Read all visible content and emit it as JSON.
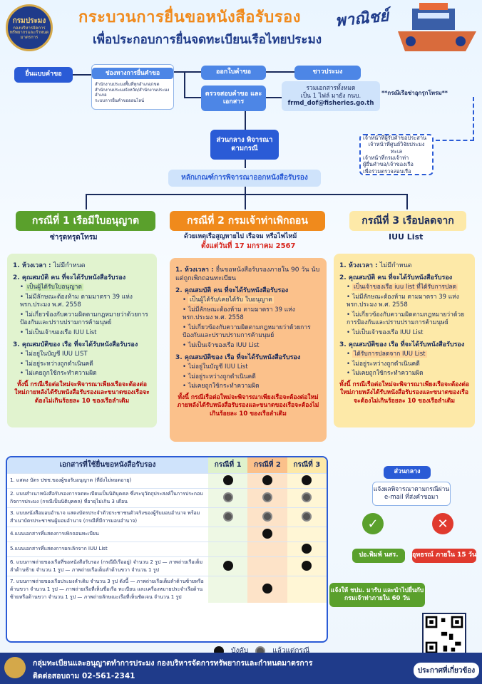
{
  "header": {
    "logo_text": "กรมประมง",
    "logo_dept": "กองบริหารจัดการทรัพยากรและกำหนดมาตรการ",
    "title_line1": "กระบวนการยื่นขอหนังสือรับรอง",
    "title_brand": "พาณิชย์",
    "title_line2": "เพื่อประกอบการยื่นจดทะเบียนเรือไทยประมง"
  },
  "flow": {
    "submit": "ยื่นแบบคำขอ",
    "channels": {
      "title": "ช่องทางการยื่นคำขอ",
      "items": [
        "สำนักงานประมงพื้นที่ทุกอำเภอ/เขต",
        "สำนักงานประมงจังหวัด/สำนักงานประมงอำเภอ",
        "ระบบการยื่นคำขอออนไลน์"
      ]
    },
    "issue": "ออกใบคำขอ",
    "staff": "ชาวประมง",
    "review": "ตรวจสอบคำขอ และเอกสาร",
    "email_box": {
      "line1": "รวมเอกสารทั้งหมด",
      "line2": "เป็น 1 ไฟล์ มายัง กนบ.",
      "email": "frmd_dof@fisheries.go.th"
    },
    "note": "**กรณีเรือซ่าอุกรุกโทรม**",
    "center": "ส่วนกลาง พิจารณาตามกรณี",
    "officer": {
      "title": "เจ้าหน้าที่ผู้รับคำขอประสาน",
      "items": [
        "เจ้าหน้าที่ศูนย์วิจัยประมงทะเล",
        "เจ้าหน้าที่กรมเจ้าท่า",
        "ผู้ยื่นคำขอ/เจ้าของเรือ"
      ],
      "footer": "เพื่อร่วมตรวจสอบเรือ"
    },
    "criteria": "หลักเกณฑ์การพิจารณาออกหนังสือรับรอง"
  },
  "cases": [
    {
      "title": "กรณีที่ 1 เรือมีใบอนุญาต",
      "subtitle": "ซ่ารุดทรุดโทรม",
      "s1": "1. ห้วงเวลา :",
      "s1v": "ไม่มีกำหนด",
      "s2": "2. คุณสมบัติ คน ที่จะได้รับหนังสือรับรอง",
      "s2items": [
        "เป็นผู้ได้รับใบอนุญาต",
        "ไม่มีลักษณะต้องห้าม ตามมาตรา 39 แห่ง พรก.ประมง พ.ศ. 2558",
        "ไม่เกี่ยวข้องกับความผิดตามกฎหมายว่าด้วยการป้องกันและปราบปรามการค้ามนุษย์",
        "ไม่เป็นเจ้าของเรือ IUU List"
      ],
      "s3": "3. คุณสมบัติของ เรือ ที่จะได้รับหนังสือรับรอง",
      "s3items": [
        "ไม่อยู่ในบัญชี IUU LIST",
        "ไม่อยู่ระหว่างถูกดำเนินคดี",
        "ไม่เคยถูกใช้กระทำความผิด"
      ],
      "note": "ทั้งนี้ กรณีเรือต่อใหม่จะพิจารณาเพียงเรือจะต้องต่อใหม่ภายหลังได้รับหนังสือรับรองและขนาดของเรือจะต้องไม่เกินร้อยละ 10 ของเรือลำเดิม"
    },
    {
      "title": "กรณีที่ 2 กรมเจ้าท่าเพิกถอน",
      "subtitle": "ด้วยเหตุเรือสูญหายไป เรือจม หรือไฟไหม้",
      "date": "ตั้งแต่วันที่ 17 มกราคม 2567",
      "s1": "1. ห้วงเวลา :",
      "s1v": "ยื่นขอหนังสือรับรองภายใน 90 วัน นับแต่ถูกเพิกถอนทะเบียน",
      "s2": "2. คุณสมบัติ คน ที่จะได้รับหนังสือรับรอง",
      "s2items": [
        "เป็นผู้ได้รับ/เคยได้รับ ใบอนุญาต",
        "ไม่มีลักษณะต้องห้าม ตามมาตรา 39 แห่ง พรก.ประมง พ.ศ. 2558",
        "ไม่เกี่ยวข้องกับความผิดตามกฎหมายว่าด้วยการป้องกันและปราบปรามการค้ามนุษย์",
        "ไม่เป็นเจ้าของเรือ IUU List"
      ],
      "s3": "3. คุณสมบัติของ เรือ ที่จะได้รับหนังสือรับรอง",
      "s3items": [
        "ไม่อยู่ในบัญชี IUU List",
        "ไม่อยู่ระหว่างถูกดำเนินคดี",
        "ไม่เคยถูกใช้กระทำความผิด"
      ],
      "note": "ทั้งนี้ กรณีเรือต่อใหม่จะพิจารณาเพียงเรือจะต้องต่อใหม่ภายหลังได้รับหนังสือรับรองและขนาดของเรือจะต้องไม่เกินร้อยละ 10 ของเรือลำเดิม"
    },
    {
      "title": "กรณีที่ 3 เรือปลดจาก",
      "subtitle": "IUU List",
      "s1": "1. ห้วงเวลา :",
      "s1v": "ไม่มีกำหนด",
      "s2": "2. คุณสมบัติ คน ที่จะได้รับหนังสือรับรอง",
      "s2items": [
        "เป็นเจ้าของเรือ iuu list ที่ได้รับการปลด",
        "ไม่มีลักษณะต้องห้าม ตามมาตรา 39 แห่ง พรก.ประมง พ.ศ. 2558",
        "ไม่เกี่ยวข้องกับความผิดตามกฎหมายว่าด้วยการป้องกันและปราบปรามการค้ามนุษย์",
        "ไม่เป็นเจ้าของเรือ IUU List"
      ],
      "s3": "3. คุณสมบัติของ เรือ ที่จะได้รับหนังสือรับรอง",
      "s3items": [
        "ได้รับการปลดจาก IUU List",
        "ไม่อยู่ระหว่างถูกดำเนินคดี",
        "ไม่เคยถูกใช้กระทำความผิด"
      ],
      "note": "ทั้งนี้ กรณีเรือต่อใหม่จะพิจารณาเพียงเรือจะต้องต่อใหม่ภายหลังได้รับหนังสือรับรองและขนาดของเรือจะต้องไม่เกินร้อยละ 10 ของเรือลำเดิม"
    }
  ],
  "table": {
    "header": "เอกสารที่ใช้ยื่นขอหนังสือรับรอง",
    "cols": [
      "กรณีที่ 1",
      "กรณีที่ 2",
      "กรณีที่ 3"
    ],
    "rows": [
      {
        "text": "1. แสดง บัตร ปชช.ของผู้ขอรับอนุญาต (ที่ยังไม่หมดอายุ)",
        "marks": [
          "req",
          "req",
          "req"
        ]
      },
      {
        "text": "2. แบบสำเนาหนังสือรับรองการจดทะเบียนเป็นนิติบุคคล ซึ่งระบุวัตถุประสงค์ในการประกอบกิจการประมง (กรณีเป็นนิติบุคคล) ที่อายุไม่เกิน 3 เดือน",
        "marks": [
          "opt",
          "opt",
          "opt"
        ]
      },
      {
        "text": "3. แบบหนังสือมอบอำนาจ แสดงบัตรประจำตัวประชาชนตัวจริงของผู้รับมอบอำนาจ พร้อมสำเนาบัตรประชาชนผู้มอบอำนาจ (กรณีที่มีการมอบอำนาจ)",
        "marks": [
          "opt",
          "opt",
          "opt"
        ]
      },
      {
        "text": "4.แบบเอกสารที่แสดงการเพิกถอนทะเบียน",
        "marks": [
          "",
          "req",
          ""
        ]
      },
      {
        "text": "5.แบบเอกสารที่แสดงการยกเลิกจาก IUU List",
        "marks": [
          "",
          "",
          "req"
        ]
      },
      {
        "text": "6. แบบภาพถ่ายของเรือที่ขอหนังสือรับรอง (กรณีมีเรืออยู่) จำนวน 2 รูป — ภาพถ่ายเรือเต็มลำด้านซ้าย จำนวน 1 รูป — ภาพถ่ายเรือเต็มลำด้านขวา จำนวน 1 รูป",
        "marks": [
          "req",
          "",
          "req"
        ]
      },
      {
        "text": "7. แบบภาพถ่ายของเรือประมงลำเดิม จำนวน 3 รูป ดังนี้ — ภาพถ่ายเรือเต็มลำด้านซ้ายหรือด้านขวา จำนวน 1 รูป — ภาพถ่ายเรือที่เห็นชื่อเรือ ทะเบียน และเครื่องหมายประจำเรือด้านซ้ายหรือด้านขวา จำนวน 1 รูป — ภาพถ่ายลักษณะเรือที่เห็นชัดเจน จำนวน 1 รูป",
        "marks": [
          "",
          "req",
          ""
        ]
      }
    ],
    "legend_req": "บังคับ",
    "legend_opt": "แล้วแต่กรณี"
  },
  "right_flow": {
    "center": "ส่วนกลาง",
    "notify": "แจ้งผลพิจารณาตามกรณีผ่าน e-mail ที่ส่งคำขอมา",
    "approve": "ปอ.พิมพ์ นสร.",
    "appeal": "อุทธรณ์ ภายใน 15 วัน",
    "final": "แจ้งให้ ชปม. มารับ และนำไปยื่นกับกรมเจ้าท่าภายใน 60 วัน"
  },
  "footer": {
    "org": "กลุ่มทะเบียนและอนุญาตทำการประมง กองบริหารจัดการทรัพยากรและกำหนดมาตรการ",
    "contact": "ติดต่อสอบถาม 02-561-2341",
    "qr_label": "ประกาศที่เกี่ยวข้อง"
  },
  "colors": {
    "blue": "#2a5bd6",
    "green": "#5aa02c",
    "orange": "#f08a1c",
    "cream": "#fde9a8"
  }
}
